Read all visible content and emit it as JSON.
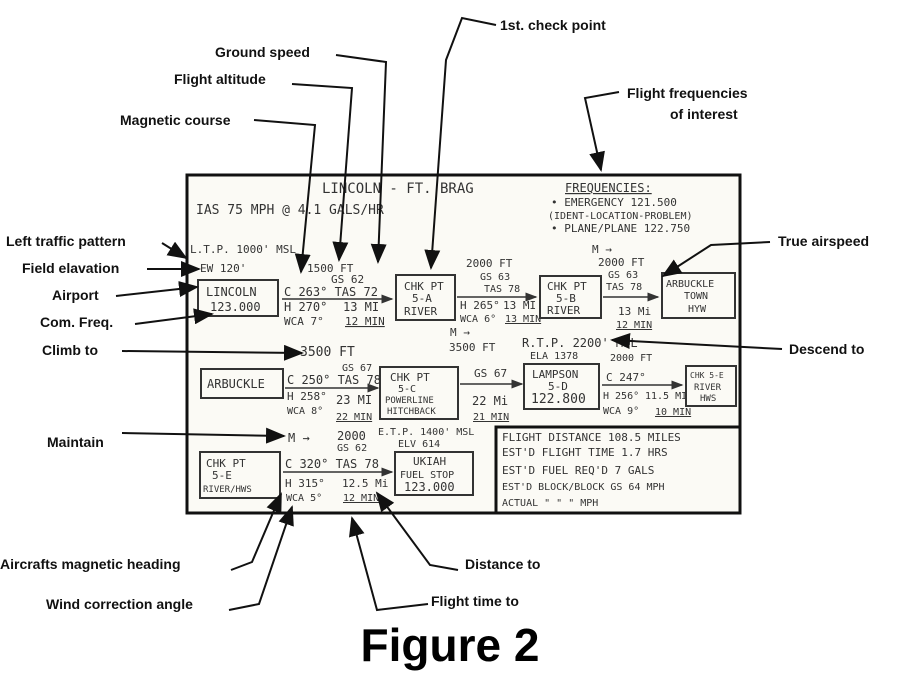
{
  "figure": {
    "title": "Figure 2"
  },
  "callouts": {
    "first_check_point": "1st. check point",
    "ground_speed": "Ground speed",
    "flight_altitude": "Flight altitude",
    "magnetic_course": "Magnetic course",
    "flight_frequencies": "Flight frequencies",
    "of_interest": "of interest",
    "left_traffic_pattern": "Left traffic pattern",
    "field_elevation": "Field elavation",
    "airport": "Airport",
    "com_freq": "Com. Freq.",
    "climb_to": "Climb to",
    "true_airspeed": "True airspeed",
    "descend_to": "Descend to",
    "maintain": "Maintain",
    "aircraft_heading": "Aircrafts magnetic heading",
    "wind_correction": "Wind correction angle",
    "distance_to": "Distance to",
    "flight_time_to": "Flight time to"
  },
  "card": {
    "title": "LINCOLN - FT. BRAG",
    "ias": "IAS 75 MPH @ 4.1 GALS/HR",
    "frequencies_header": "FREQUENCIES:",
    "freq_emergency": "• EMERGENCY 121.500",
    "freq_ident": "(IDENT-LOCATION-PROBLEM)",
    "freq_plane": "• PLANE/PLANE 122.750",
    "ltp": "L.T.P. 1000' MSL",
    "elev": "EW 120'",
    "lincoln_name": "LINCOLN",
    "lincoln_freq": "123.000",
    "leg1_alt": "1500 FT",
    "leg1_gs": "GS 62",
    "leg1_course": "C 263° TAS 72",
    "leg1_heading": "H 270°",
    "leg1_dist": "13 MI",
    "leg1_wca": "WCA 7°",
    "leg1_time": "12 MIN",
    "cp_a_title": "CHK PT",
    "cp_a_id": "5-A",
    "cp_a_name": "RIVER",
    "leg2_alt": "2000 FT",
    "leg2_gs": "GS 63",
    "leg2_tas": "TAS 78",
    "leg2_heading": "H 265°",
    "leg2_dist": "13 MI",
    "leg2_wca": "WCA 6°",
    "leg2_time": "13 MIN",
    "cp_b_title": "CHK PT",
    "cp_b_id": "5-B",
    "cp_b_name": "RIVER",
    "leg3_m": "M →",
    "leg3_alt": "2000 FT",
    "leg3_gs": "GS 63",
    "leg3_tas": "TAS 78",
    "leg3_dist": "13 Mi",
    "leg3_time": "12 MIN",
    "arbtown_name1": "ARBUCKLE",
    "arbtown_name2": "TOWN",
    "arbtown_name3": "HYW",
    "m3500": "M →",
    "m3500_alt": "3500 FT",
    "rtp": "R.T.P. 2200' MSL",
    "climb_alt": "3500 FT",
    "row2_gs": "GS 67",
    "arbuckle": "ARBUCKLE",
    "leg4_course": "C 250° TAS 78",
    "leg4_heading": "H 258°",
    "leg4_dist": "23 MI",
    "leg4_wca": "WCA 8°",
    "leg4_time": "22 MIN",
    "cp_c_title": "CHK PT",
    "cp_c_id": "5-C",
    "cp_c_name1": "POWERLINE",
    "cp_c_name2": "HITCHBACK",
    "leg5_gs": "GS 67",
    "leg5_dist": "22 Mi",
    "leg5_time": "21 MIN",
    "ela": "ELA 1378",
    "lampson_name": "LAMPSON",
    "lampson_id": "5-D",
    "lampson_freq": "122.800",
    "leg6_alt": "2000 FT",
    "leg6_course": "C 247°",
    "leg6_heading": "H 256°",
    "leg6_dist": "11.5 MI",
    "leg6_wca": "WCA 9°",
    "leg6_time": "10 MIN",
    "cp_e2_title": "CHK 5-E",
    "cp_e2_name1": "RIVER",
    "cp_e2_name2": "HWS",
    "maintain_m": "M →",
    "maintain_alt": "2000",
    "maintain_gs": "GS 62",
    "etp": "E.T.P. 1400' MSL",
    "elv": "ELV 614",
    "cp_e_title": "CHK PT",
    "cp_e_id": "5-E",
    "cp_e_name": "RIVER/HWS",
    "leg7_course": "C 320° TAS 78",
    "leg7_heading": "H 315°",
    "leg7_dist": "12.5 Mi",
    "leg7_wca": "WCA 5°",
    "leg7_time": "12 MIN",
    "ukiah_name": "UKIAH",
    "ukiah_sub": "FUEL STOP",
    "ukiah_freq": "123.000",
    "summary_distance": "FLIGHT DISTANCE 108.5 MILES",
    "summary_time": "EST'D FLIGHT TIME 1.7 HRS",
    "summary_fuel": "EST'D FUEL REQ'D 7 GALS",
    "summary_block": "EST'D BLOCK/BLOCK GS 64 MPH",
    "summary_actual": "ACTUAL   \"    \"    \"      MPH"
  }
}
